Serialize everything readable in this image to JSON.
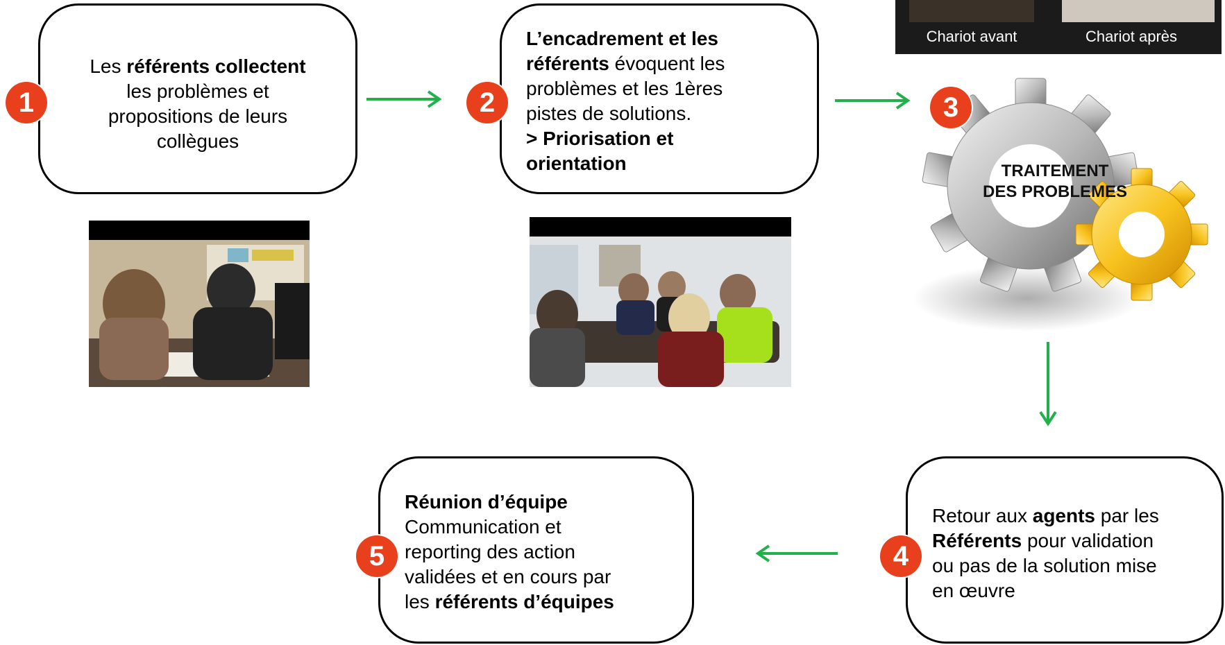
{
  "step1": {
    "number": "1",
    "t1": "Les ",
    "t2": "référents collectent",
    "t3": "les problèmes et",
    "t4": "propositions de leurs",
    "t5": "collègues"
  },
  "step2": {
    "number": "2",
    "t1": "L’encadrement et les",
    "t2": "référents",
    "t3": "  évoquent les",
    "t4": "problèmes et les 1ères",
    "t5": "pistes de solutions.",
    "t6": "> Priorisation et",
    "t7": "orientation"
  },
  "step3": {
    "number": "3",
    "label_line1": "TRAITEMENT",
    "label_line2": "DES PROBLEMES"
  },
  "step4": {
    "number": "4",
    "t1": "Retour aux ",
    "t2": "agents",
    "t3": " par les",
    "t4": "Référents",
    "t5": " pour validation",
    "t6": "ou pas de la solution mise",
    "t7": "en œuvre"
  },
  "step5": {
    "number": "5",
    "t1": "Réunion d’équipe",
    "t2": "Communication et",
    "t3": "reporting des action",
    "t4": "validées et en cours par",
    "t5": "les ",
    "t6": "référents d’équipes"
  },
  "carts": {
    "before": "Chariot avant",
    "after": "Chariot après"
  },
  "colors": {
    "arrow": "#22b04b",
    "badge": "#e8401c"
  }
}
